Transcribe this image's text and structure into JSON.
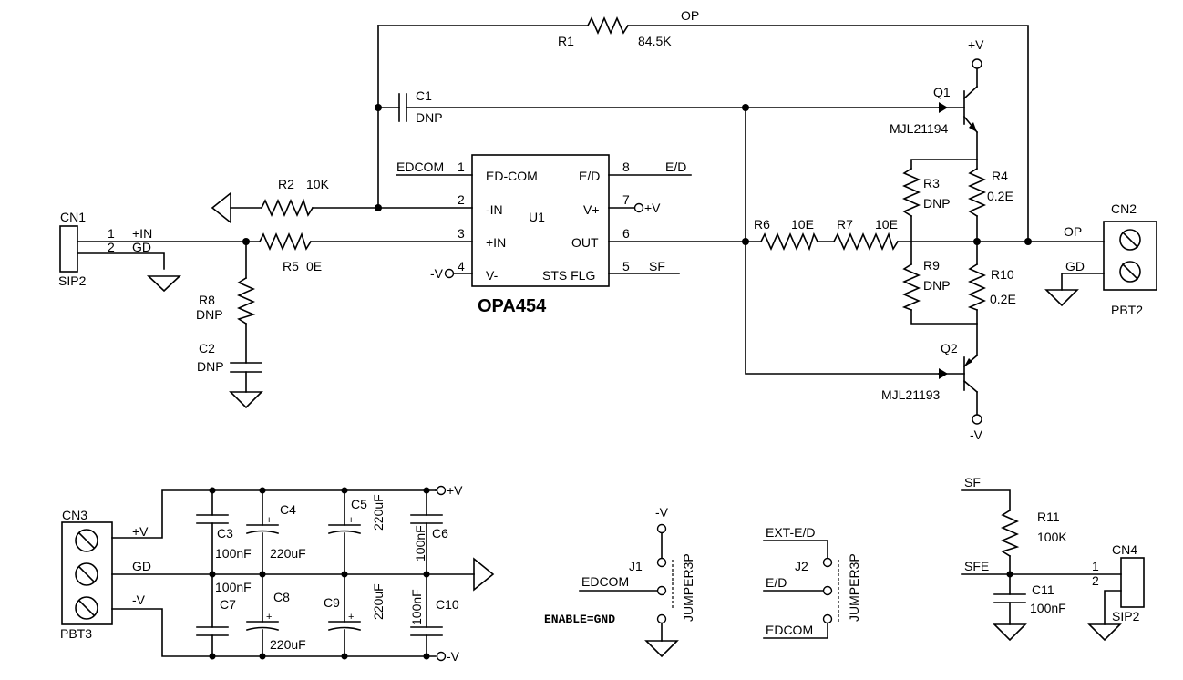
{
  "nets": {
    "op_top": "OP",
    "op_right": "OP",
    "vplus_q1": "+V",
    "vminus_q2": "-V",
    "sf_u1": "SF",
    "ed_u1": "E/D",
    "gd_cn2": "GD",
    "vplus_u1": "+V",
    "vminus_u1": "-V",
    "in_plus": "+IN",
    "gd_cn1": "GD",
    "cn3_vplus": "+V",
    "cn3_gd": "GD",
    "cn3_vminus": "-V",
    "rail_vplus": "+V",
    "rail_vminus": "-V",
    "j1_vminus": "-V",
    "j1_edcom": "EDCOM",
    "j1_note": "ENABLE=GND",
    "j2_exted": "EXT-E/D",
    "j2_ed": "E/D",
    "j2_edcom": "EDCOM",
    "cn4_sf": "SF",
    "cn4_sfe": "SFE"
  },
  "components": {
    "R1": {
      "ref": "R1",
      "value": "84.5K"
    },
    "R2": {
      "ref": "R2",
      "value": "10K"
    },
    "R3": {
      "ref": "R3",
      "value": "DNP"
    },
    "R4": {
      "ref": "R4",
      "value": "0.2E"
    },
    "R5": {
      "ref": "R5",
      "value": "0E"
    },
    "R6": {
      "ref": "R6",
      "value": "10E"
    },
    "R7": {
      "ref": "R7",
      "value": "10E"
    },
    "R8": {
      "ref": "R8",
      "value": "DNP"
    },
    "R9": {
      "ref": "R9",
      "value": "DNP"
    },
    "R10": {
      "ref": "R10",
      "value": "0.2E"
    },
    "R11": {
      "ref": "R11",
      "value": "100K"
    },
    "C1": {
      "ref": "C1",
      "value": "DNP"
    },
    "C2": {
      "ref": "C2",
      "value": "DNP"
    },
    "C3": {
      "ref": "C3",
      "value": "100nF"
    },
    "C4": {
      "ref": "C4",
      "value": "220uF"
    },
    "C5": {
      "ref": "C5",
      "value": "220uF"
    },
    "C6": {
      "ref": "C6",
      "value": "100nF"
    },
    "C7": {
      "ref": "C7",
      "value": "100nF"
    },
    "C8": {
      "ref": "C8",
      "value": "220uF"
    },
    "C9": {
      "ref": "C9",
      "value": "220uF"
    },
    "C10": {
      "ref": "C10",
      "value": "100nF"
    },
    "C11": {
      "ref": "C11",
      "value": "100nF"
    },
    "Q1": {
      "ref": "Q1",
      "value": "MJL21194"
    },
    "Q2": {
      "ref": "Q2",
      "value": "MJL21193"
    },
    "U1": {
      "ref": "U1",
      "part": "OPA454"
    },
    "CN1": {
      "ref": "CN1",
      "type": "SIP2"
    },
    "CN2": {
      "ref": "CN2",
      "type": "PBT2"
    },
    "CN3": {
      "ref": "CN3",
      "type": "PBT3"
    },
    "CN4": {
      "ref": "CN4",
      "type": "SIP2"
    },
    "J1": {
      "ref": "J1",
      "type": "JUMPER3P"
    },
    "J2": {
      "ref": "J2",
      "type": "JUMPER3P"
    }
  },
  "u1_pins": {
    "p1_name": "ED-COM",
    "p1_net": "EDCOM",
    "p1_num": "1",
    "p2_name": "-IN",
    "p2_num": "2",
    "p3_name": "+IN",
    "p3_num": "3",
    "p4_name": "V-",
    "p4_num": "4",
    "p5_name": "STS FLG",
    "p5_num": "5",
    "p6_name": "OUT",
    "p6_num": "6",
    "p7_name": "V+",
    "p7_num": "7",
    "p8_name": "E/D",
    "p8_num": "8"
  },
  "pin_numbers": {
    "cn1_1": "1",
    "cn1_2": "2",
    "cn4_1": "1",
    "cn4_2": "2"
  },
  "polarity": {
    "plus": "+"
  }
}
